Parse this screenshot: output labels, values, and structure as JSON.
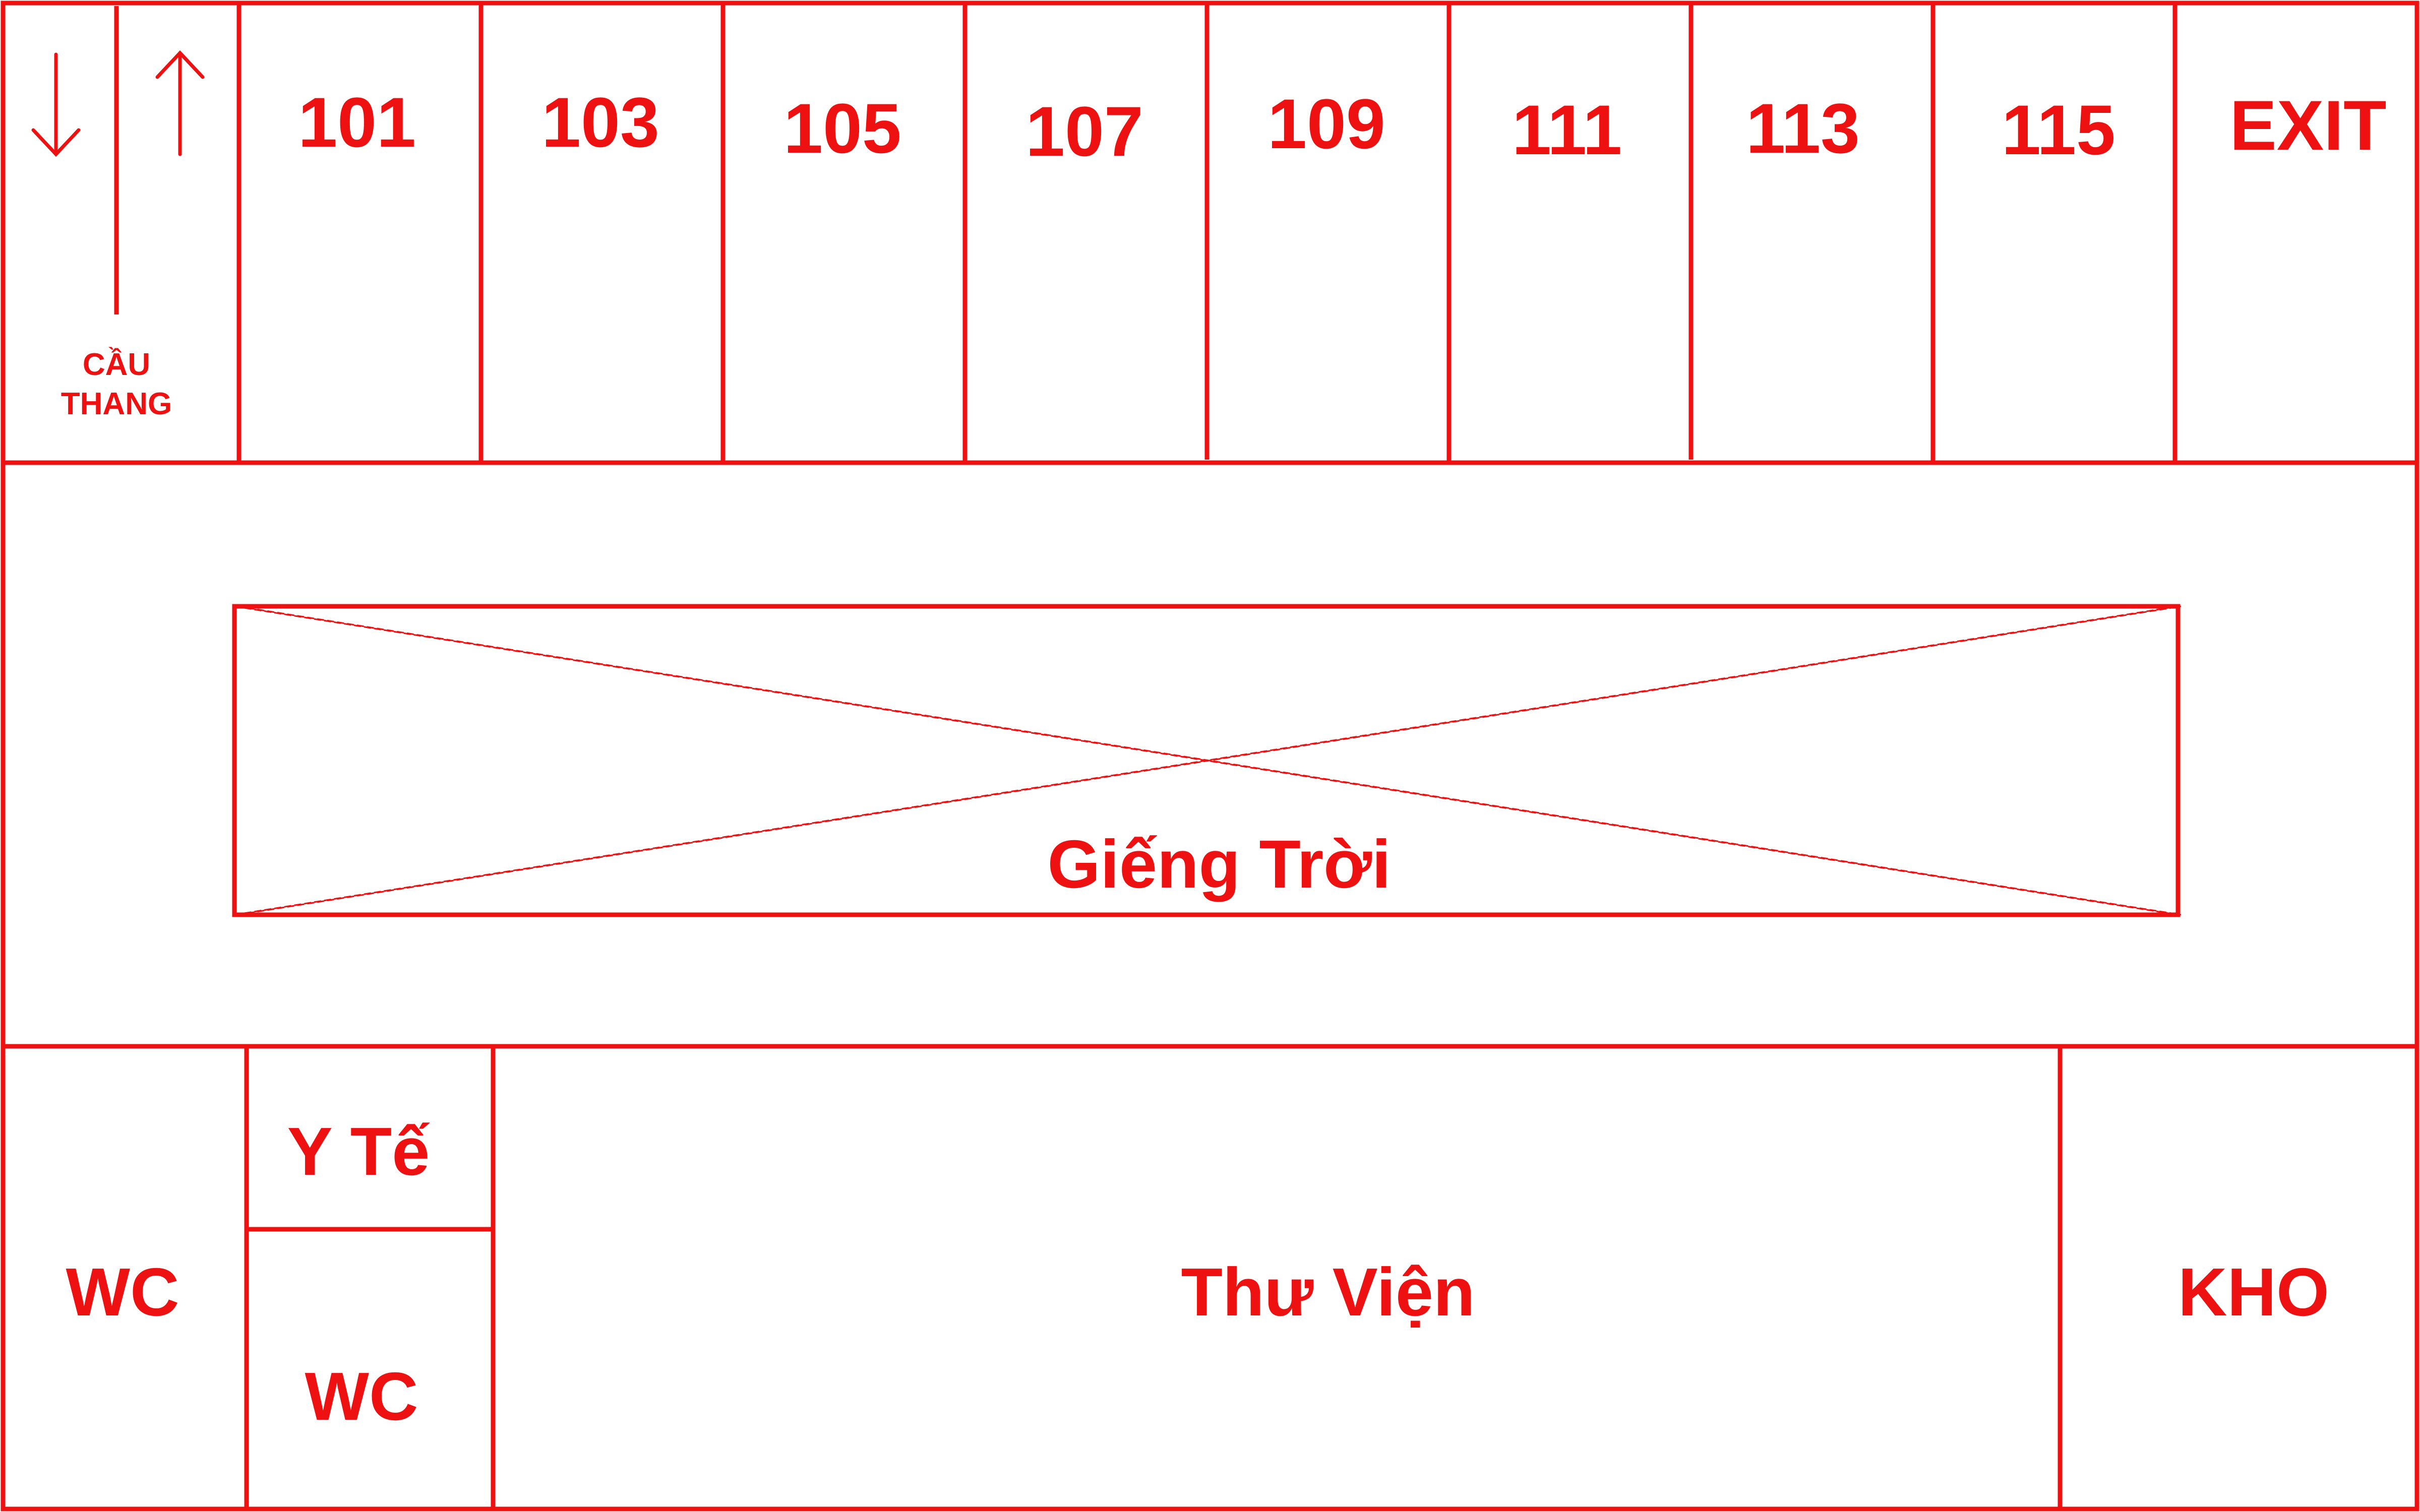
{
  "floor_plan": {
    "accent_color": "#ee1111",
    "background_color": "#ffffff",
    "top_row": {
      "stairs": {
        "label_line1": "CẦU",
        "label_line2": "THANG",
        "arrow_icons": [
          "arrow-down-icon",
          "arrow-up-icon"
        ]
      },
      "rooms": [
        "101",
        "103",
        "105",
        "107",
        "109",
        "111",
        "113",
        "115",
        "EXIT"
      ]
    },
    "courtyard": {
      "skylight_label": "Giếng Trời"
    },
    "bottom_row": {
      "wc_left": "WC",
      "medical": "Y Tế",
      "wc_inner": "WC",
      "library": "Thư Viện",
      "storage": "KHO"
    }
  }
}
